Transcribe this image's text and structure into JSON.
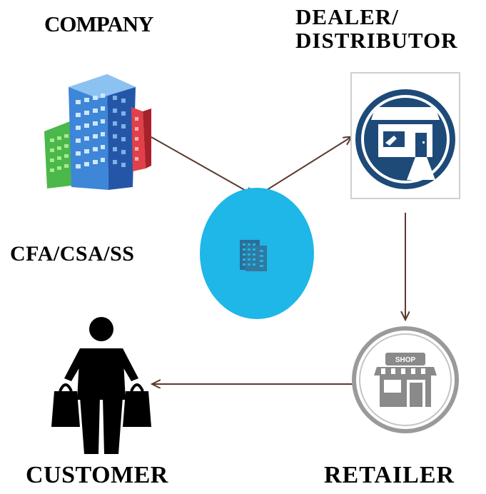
{
  "nodes": {
    "company": {
      "label": "COMPANY"
    },
    "dealer": {
      "label_line1": "DEALER/",
      "label_line2": "DISTRIBUTOR"
    },
    "cfa": {
      "label": "CFA/CSA/SS"
    },
    "retailer": {
      "label": "RETAILER",
      "sign_text": "SHOP"
    },
    "customer": {
      "label": "CUSTOMER"
    }
  },
  "icons": {
    "company": "office-buildings-icon",
    "cfa": "building-icon",
    "dealer": "storefront-icon",
    "retailer": "shop-icon",
    "customer": "person-with-bags-icon"
  },
  "colors": {
    "arrow": "#5a3a2e",
    "cfa_circle": "#1fb6e8",
    "dealer_blue": "#1d4a78",
    "retailer_gray": "#8a8a8a"
  }
}
